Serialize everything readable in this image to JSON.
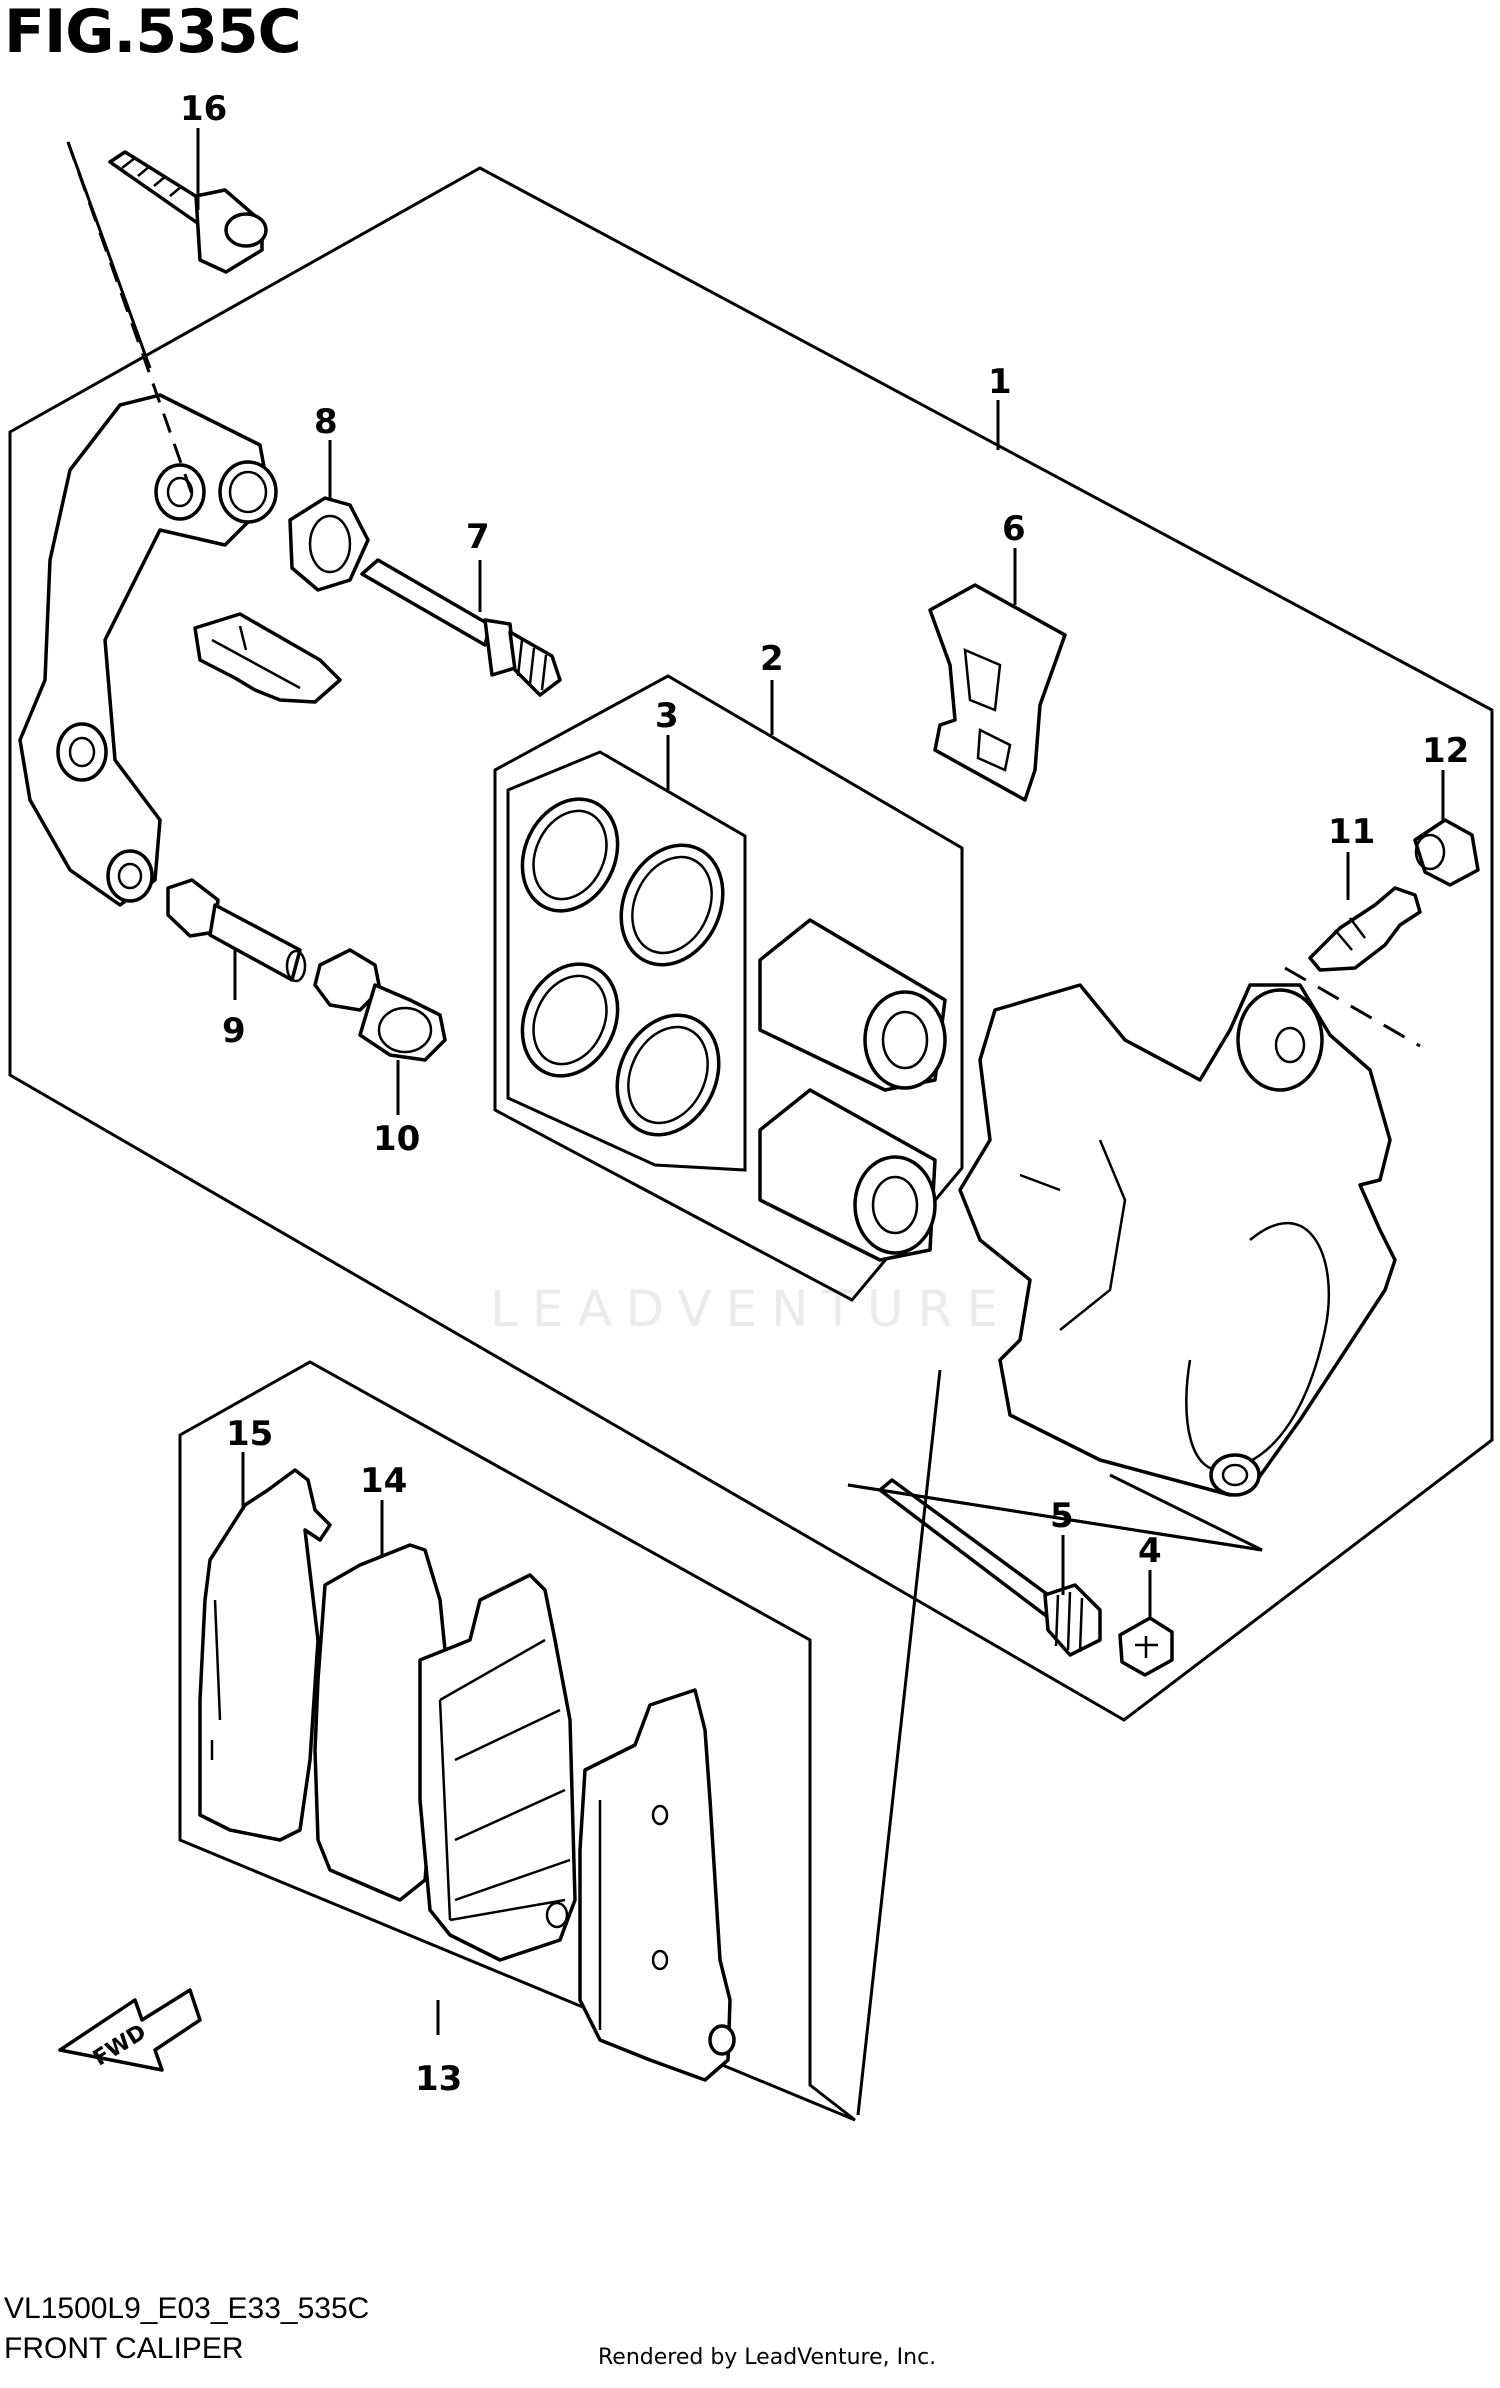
{
  "figure": {
    "title": "FIG.535C",
    "model_code": "VL1500L9_E03_E33_535C",
    "name": "FRONT CALIPER",
    "credit": "Rendered by LeadVenture, Inc.",
    "watermark": "LEADVENTURE",
    "direction_label": "FWD"
  },
  "callouts": [
    {
      "key": "c1",
      "label": "1"
    },
    {
      "key": "c2",
      "label": "2"
    },
    {
      "key": "c3",
      "label": "3"
    },
    {
      "key": "c4",
      "label": "4"
    },
    {
      "key": "c5",
      "label": "5"
    },
    {
      "key": "c6",
      "label": "6"
    },
    {
      "key": "c7",
      "label": "7"
    },
    {
      "key": "c8",
      "label": "8"
    },
    {
      "key": "c9",
      "label": "9"
    },
    {
      "key": "c10",
      "label": "10"
    },
    {
      "key": "c11",
      "label": "11"
    },
    {
      "key": "c12",
      "label": "12"
    },
    {
      "key": "c13",
      "label": "13"
    },
    {
      "key": "c14",
      "label": "14"
    },
    {
      "key": "c15",
      "label": "15"
    },
    {
      "key": "c16",
      "label": "16"
    }
  ],
  "colors": {
    "line": "#000000",
    "background": "#ffffff",
    "watermark": "#ebebeb"
  }
}
